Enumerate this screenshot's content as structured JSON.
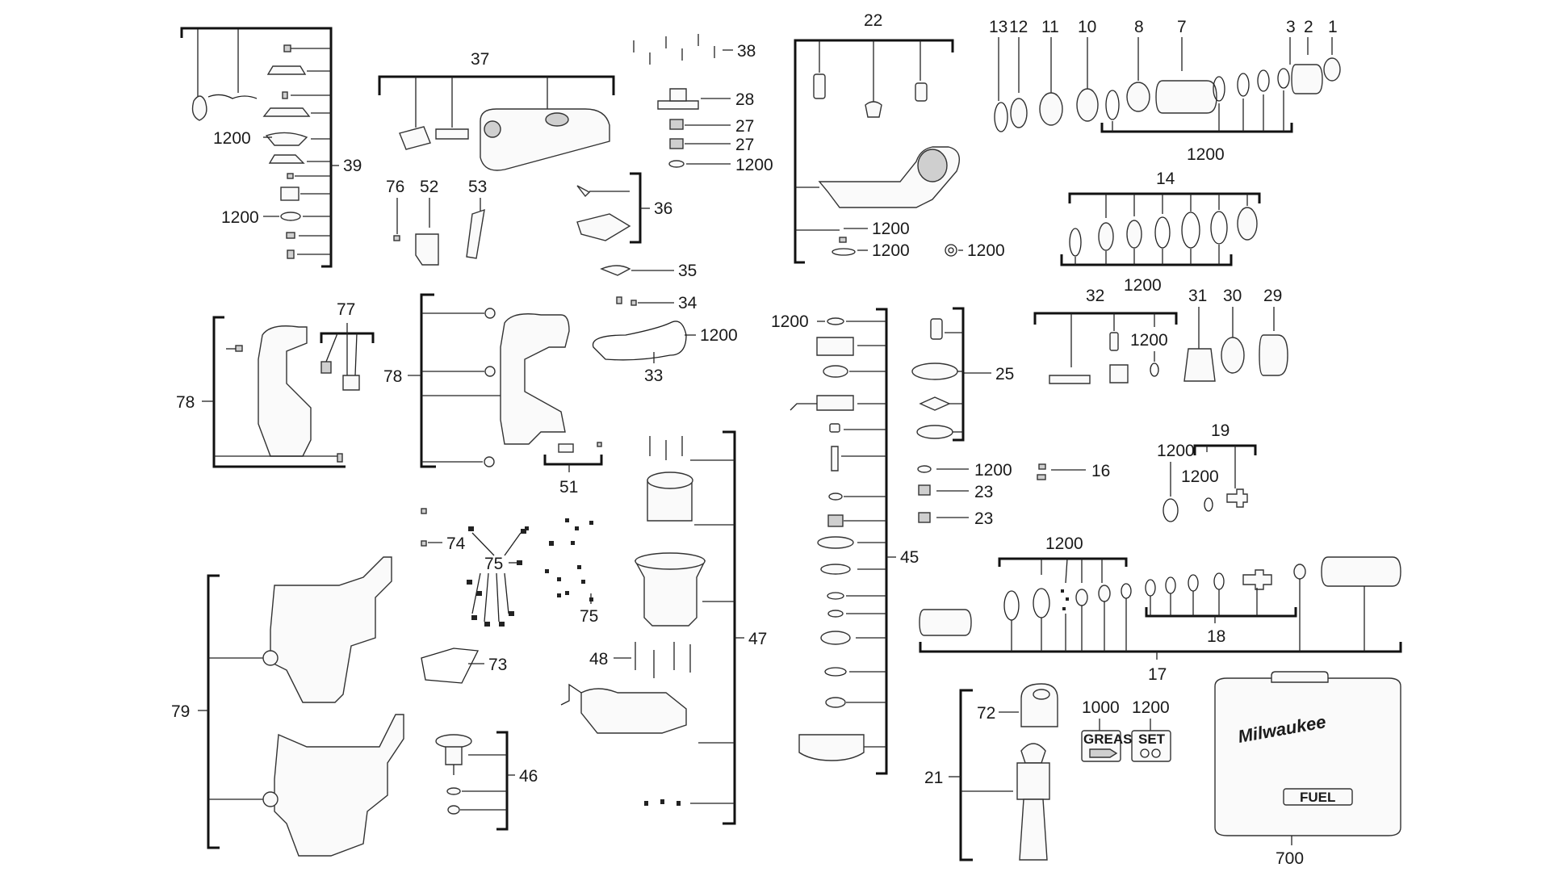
{
  "diagram": {
    "labels": {
      "p1": "1",
      "p2": "2",
      "p3": "3",
      "p7": "7",
      "p8": "8",
      "p10": "10",
      "p11": "11",
      "p12": "12",
      "p13": "13",
      "p14": "14",
      "p16": "16",
      "p17": "17",
      "p18": "18",
      "p19": "19",
      "p21": "21",
      "p22": "22",
      "p23a": "23",
      "p23b": "23",
      "p25": "25",
      "p27a": "27",
      "p27b": "27",
      "p28": "28",
      "p29": "29",
      "p30": "30",
      "p31": "31",
      "p32": "32",
      "p33": "33",
      "p34": "34",
      "p35": "35",
      "p36": "36",
      "p37": "37",
      "p38": "38",
      "p39": "39",
      "p45": "45",
      "p46": "46",
      "p47": "47",
      "p48": "48",
      "p51": "51",
      "p52": "52",
      "p53": "53",
      "p72": "72",
      "p73": "73",
      "p74": "74",
      "p75a": "75",
      "p75b": "75",
      "p76": "76",
      "p77": "77",
      "p78a": "78",
      "p78b": "78",
      "p79": "79",
      "p700": "700",
      "p1000": "1000",
      "p1200top": "1200",
      "p1200_39a": "1200",
      "p1200_39b": "1200",
      "p1200_27": "1200",
      "p1200_22a": "1200",
      "p1200_22b": "1200",
      "p1200_22c": "1200",
      "p1200_14": "1200",
      "p1200_32": "1200",
      "p1200_33": "1200",
      "p1200_45": "1200",
      "p1200_23": "1200",
      "p1200_16": "1200",
      "p1200_19": "1200",
      "p1200_17": "1200"
    },
    "kit_icons": {
      "grease": "GREASE",
      "set": "SET"
    },
    "case_brand": "Milwaukee",
    "case_badge": "FUEL"
  }
}
